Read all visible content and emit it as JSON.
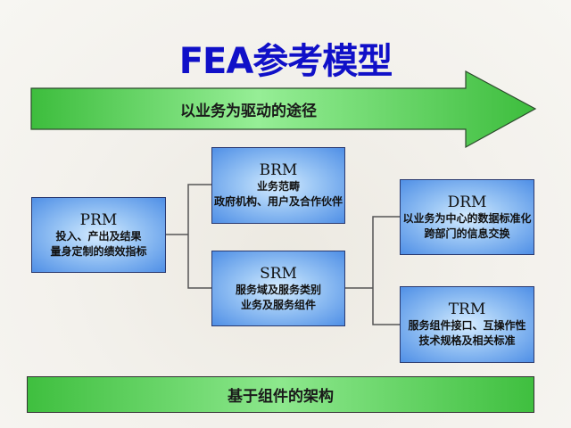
{
  "title": "FEA参考模型",
  "top_arrow": {
    "label": "以业务为驱动的途径"
  },
  "bottom_bar": {
    "label": "基于组件的架构"
  },
  "boxes": {
    "prm": {
      "name": "PRM",
      "lines": [
        "投入、产出及结果",
        "量身定制的绩效指标"
      ]
    },
    "brm": {
      "name": "BRM",
      "lines": [
        "业务范畴",
        "政府机构、用户及合作伙伴"
      ]
    },
    "srm": {
      "name": "SRM",
      "lines": [
        "服务域及服务类别",
        "业务及服务组件"
      ]
    },
    "drm": {
      "name": "DRM",
      "lines": [
        "以业务为中心的数据标准化",
        "跨部门的信息交换"
      ]
    },
    "trm": {
      "name": "TRM",
      "lines": [
        "服务组件接口、互操作性",
        "技术规格及相关标准"
      ]
    }
  },
  "colors": {
    "title": "#1010c8",
    "arrow": "#3fbf3f",
    "box": "#4f8fe6"
  }
}
